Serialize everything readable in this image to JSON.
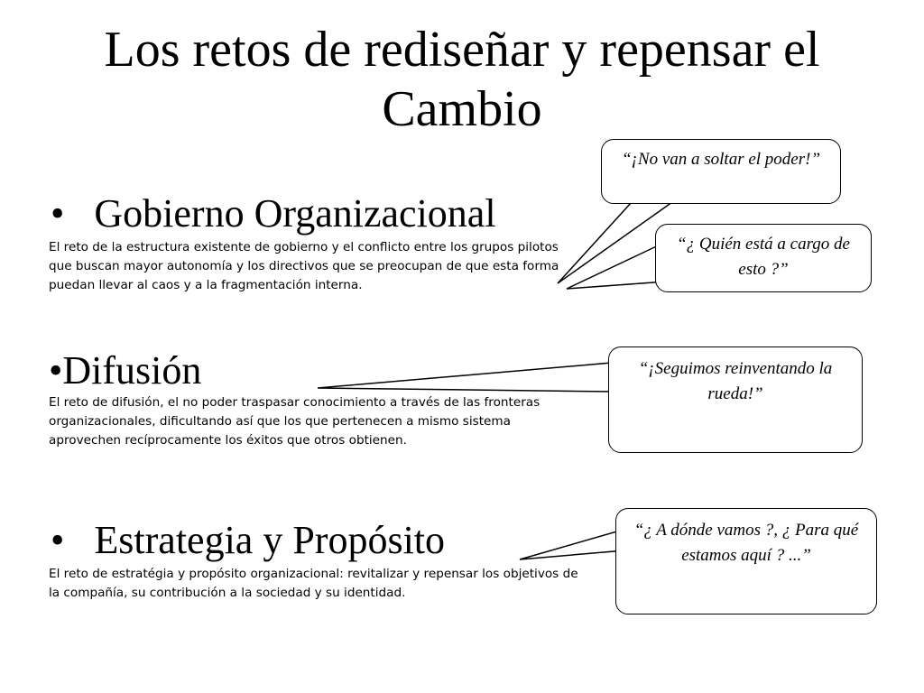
{
  "slide": {
    "title": "Los retos de rediseñar y repensar el Cambio",
    "sections": [
      {
        "bullet": "•",
        "heading": "Gobierno Organizacional",
        "body": "El reto de la estructura existente de gobierno y el conflicto entre los grupos pilotos que buscan mayor autonomía y los directivos que se preocupan de que esta forma puedan llevar al caos y a la fragmentación interna."
      },
      {
        "bullet": "•",
        "heading": "Difusión",
        "body": "El reto de difusión, el no poder traspasar conocimiento a través de las fronteras organizacionales, dificultando así que los que pertenecen a mismo sistema aprovechen recíprocamente los éxitos que otros obtienen."
      },
      {
        "bullet": "•",
        "heading": "Estrategia y Propósito",
        "body": "El reto de estratégia y propósito organizacional: revitalizar y repensar los objetivos de la compañía, su contribución a la sociedad y su identidad."
      }
    ],
    "callouts": [
      {
        "text": "“¡No van a soltar el poder!”"
      },
      {
        "text": "“¿ Quién está a cargo de esto ?”"
      },
      {
        "text": "“¡Seguimos reinventando la rueda!”"
      },
      {
        "text": "“¿ A dónde vamos ?, ¿ Para qué estamos aquí ? ...”"
      }
    ]
  }
}
